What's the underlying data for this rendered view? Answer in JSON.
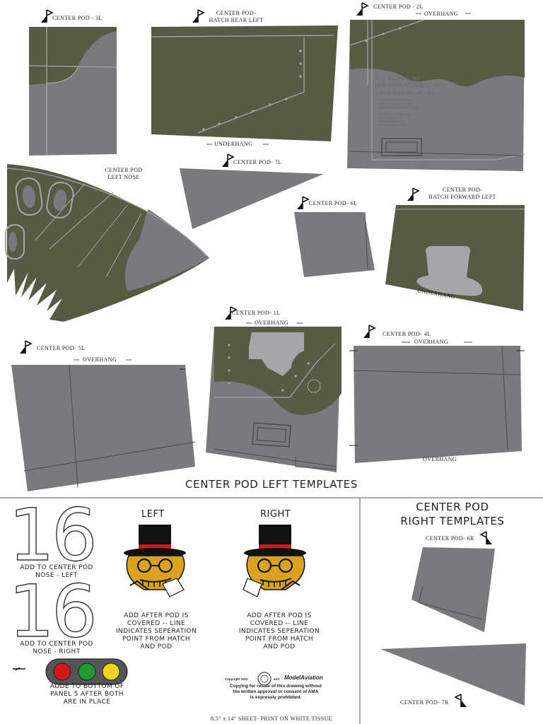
{
  "colors": {
    "olive": "#575b43",
    "gray": "#7a7a7e",
    "line": "#4a4a4e",
    "light": "#a6a6aa"
  },
  "templates_left": {
    "title": "CENTER POD LEFT TEMPLATES",
    "pod_3l": "CENTER POD - 3L",
    "hatch_rear_left": [
      "CENTER POD-",
      "HATCH REAR LEFT"
    ],
    "pod_2l": "CENTER POD - 2L",
    "overhang": "OVERHANG",
    "underhang": "UNDERHANG",
    "pod_7l": "CENTER POD- 7L",
    "left_nose": [
      "CENTER POD",
      "LEFT NOSE"
    ],
    "pod_6l": "CENTER POD- 6L",
    "hatch_forward_left": [
      "CENTER POD-",
      "HATCH FORWARD LEFT"
    ],
    "pod_1l": "CENTER POD- 1L",
    "pod_5l": "CENTER POD- 5L",
    "pod_4l": "CENTER POD- 4L"
  },
  "stencil": {
    "line1": "U.S. ARMY P-38F",
    "line2": "AIR FORCES SER. 12-2022",
    "line3": "CREW WEIGHT 200 LBS.",
    "small": [
      "SERVICE THIS AIRPLANE",
      "WITH 100 OCTANE FUEL",
      "SUITABLE FOR SUBSTITUTE",
      "",
      "IF NOT AVAILABLE USE",
      "91 OCTANE FUEL",
      "CONSULTED FOR",
      "EMERGENCY ACTION"
    ]
  },
  "decals": {
    "number": "16",
    "nose_left": [
      "ADD TO CENTER POD",
      "NOSE - LEFT"
    ],
    "nose_right": [
      "ADD TO CENTER POD",
      "NOSE - RIGHT"
    ],
    "lights_note": [
      "ADDE TO BOTTOM OF",
      "PANEL 5 AFTER BOTH",
      "ARE IN PLACE"
    ],
    "left_label": "LEFT",
    "right_label": "RIGHT",
    "after_pod_note": [
      "ADD AFTER POD IS",
      "COVERED -- LINE",
      "INDICATES SEPERATION",
      "POINT FROM HATCH",
      "AND POD"
    ],
    "light_colors": [
      "#d0191b",
      "#1f9a2e",
      "#f0d51a"
    ]
  },
  "copyright": {
    "line1": "Copyright 2023",
    "and": "and",
    "brand": "ModelAviation",
    "line2": "Copying for resale of this drawing without",
    "line3": "the written approval or consent of AMA",
    "line4": "is expressly prohibited."
  },
  "templates_right": {
    "title": [
      "CENTER POD",
      "RIGHT TEMPLATES"
    ],
    "pod_6r": "CENTER POD- 6R",
    "pod_7r": "CENTER POD- 7R"
  },
  "footer": "8.5\" x 14\" SHEET- PRINT ON WHITE TISSUE"
}
